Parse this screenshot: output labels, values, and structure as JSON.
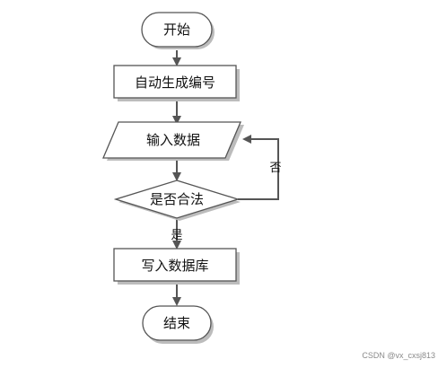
{
  "flowchart": {
    "nodes": {
      "start": {
        "label": "开始",
        "shape": "terminator"
      },
      "auto_number": {
        "label": "自动生成编号",
        "shape": "process"
      },
      "input_data": {
        "label": "输入数据",
        "shape": "io"
      },
      "is_valid": {
        "label": "是否合法",
        "shape": "decision"
      },
      "write_data": {
        "label": "写入数据库",
        "shape": "process"
      },
      "end": {
        "label": "结束",
        "shape": "terminator"
      }
    },
    "edges": {
      "yes_label": "是",
      "no_label": "否"
    }
  },
  "watermark": "CSDN @vx_cxsj813",
  "colors": {
    "stroke": "#555555",
    "fill": "#ffffff",
    "text": "#111111",
    "shadow": "#bcbcbc"
  }
}
